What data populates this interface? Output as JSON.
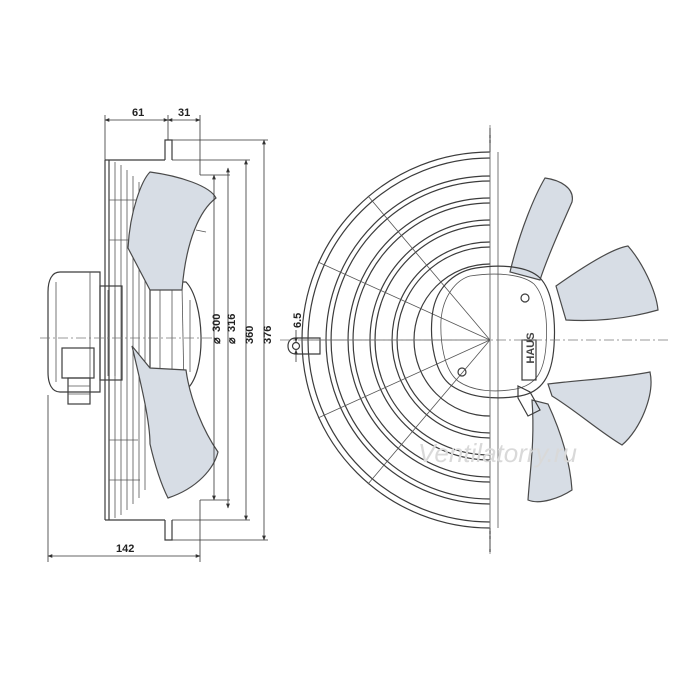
{
  "dimensions": {
    "depth_front": "61",
    "depth_rear": "31",
    "total_depth": "142",
    "hole_diameter": "6.5",
    "blade_diameter": "300",
    "inner_diameter": "316",
    "mount_diameter": "360",
    "guard_diameter": "376",
    "diameter_symbol": "⌀"
  },
  "brand_label": "HAUS",
  "watermark": "Ventilatorry.ru"
}
